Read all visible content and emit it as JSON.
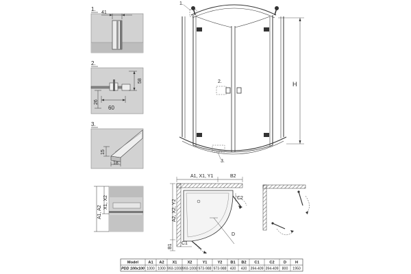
{
  "details": {
    "d1": {
      "number": "1.",
      "dim_a": "41"
    },
    "d2": {
      "number": "2.",
      "dim_height": "58",
      "dim_base": "26",
      "dim_width": "60"
    },
    "d3": {
      "number": "3.",
      "dim_a": "15",
      "dim_b": "18"
    },
    "d4": {
      "dim_a": "A1, A2",
      "dim_b": "X1, X2"
    }
  },
  "front_view": {
    "callout_1": "1.",
    "callout_2": "2.",
    "callout_3": "3.",
    "height_label": "H"
  },
  "plan_view": {
    "top_dim": "A1, X1, Y1",
    "top_right_dim": "B2",
    "left_dim": "A2, X2, Y2",
    "bottom_left_dim": "B1",
    "c1_label": "C1",
    "c2_label": "C2",
    "d_label": "D"
  },
  "table": {
    "headers": [
      "Model",
      "A1",
      "A2",
      "X1",
      "X2",
      "Y1",
      "Y2",
      "B1",
      "B2",
      "C1",
      "C2",
      "D",
      "H"
    ],
    "rows": [
      [
        "PDD 100x100",
        "1000",
        "1000",
        "993-1008",
        "993-1008",
        "973-988",
        "973-988",
        "430",
        "430",
        "394-409",
        "394-409",
        "800",
        "1950"
      ]
    ]
  },
  "colors": {
    "line": "#333333",
    "panel_bg": "#cfcfcf",
    "glass": "#e8e8e8",
    "accent_grey": "#9a9a9a"
  }
}
